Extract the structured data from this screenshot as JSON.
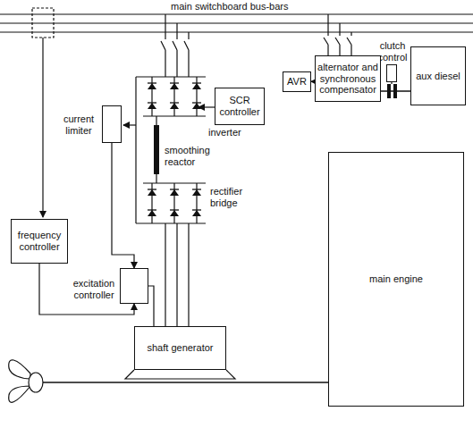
{
  "diagram": {
    "nodes": [
      {
        "text": [
          "clutch control"
        ]
      },
      {
        "text": [
          "AVR"
        ]
      },
      {
        "text": [
          "alternator and synchronous compensator"
        ]
      },
      {
        "text": [
          "aux diesel"
        ]
      },
      {
        "text": [
          "SCR controller"
        ]
      },
      {
        "text": [
          "current limiter"
        ]
      },
      {
        "text": [
          "main engine"
        ]
      },
      {
        "text": [
          "frequency controller"
        ]
      },
      {
        "text": [
          "excitation controller"
        ]
      },
      {
        "text": [
          "shaft generator"
        ]
      }
    ],
    "edges": [
      {
        "from": 2,
        "to": 1,
        "arrow": "to"
      },
      {
        "from": 7,
        "to": 8,
        "arrow": "to"
      },
      {
        "from": 5,
        "to": 8,
        "arrow": "to"
      },
      {
        "from": 8,
        "to": 9,
        "arrow": "none"
      }
    ],
    "labels": [
      "main switchboard bus-bars",
      "inverter",
      "smoothing reactor",
      "rectifier bridge"
    ]
  }
}
